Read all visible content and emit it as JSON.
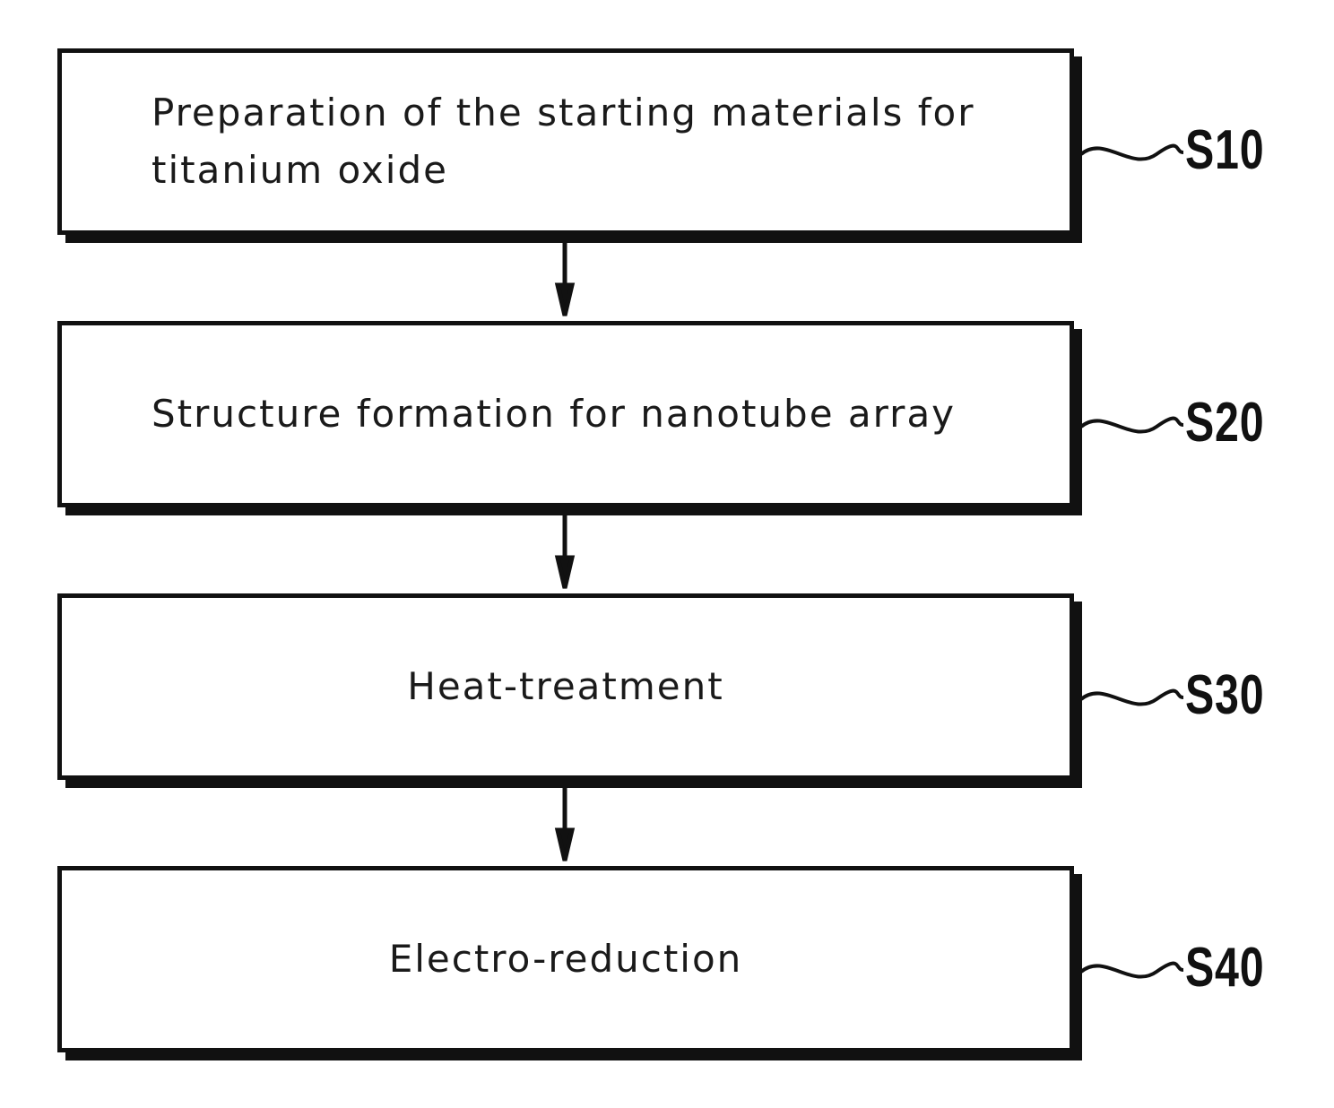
{
  "steps": [
    {
      "id": "S10",
      "text": "Preparation of the starting materials for titanium oxide"
    },
    {
      "id": "S20",
      "text": "Structure formation for nanotube array"
    },
    {
      "id": "S30",
      "text": "Heat-treatment"
    },
    {
      "id": "S40",
      "text": "Electro-reduction"
    }
  ]
}
